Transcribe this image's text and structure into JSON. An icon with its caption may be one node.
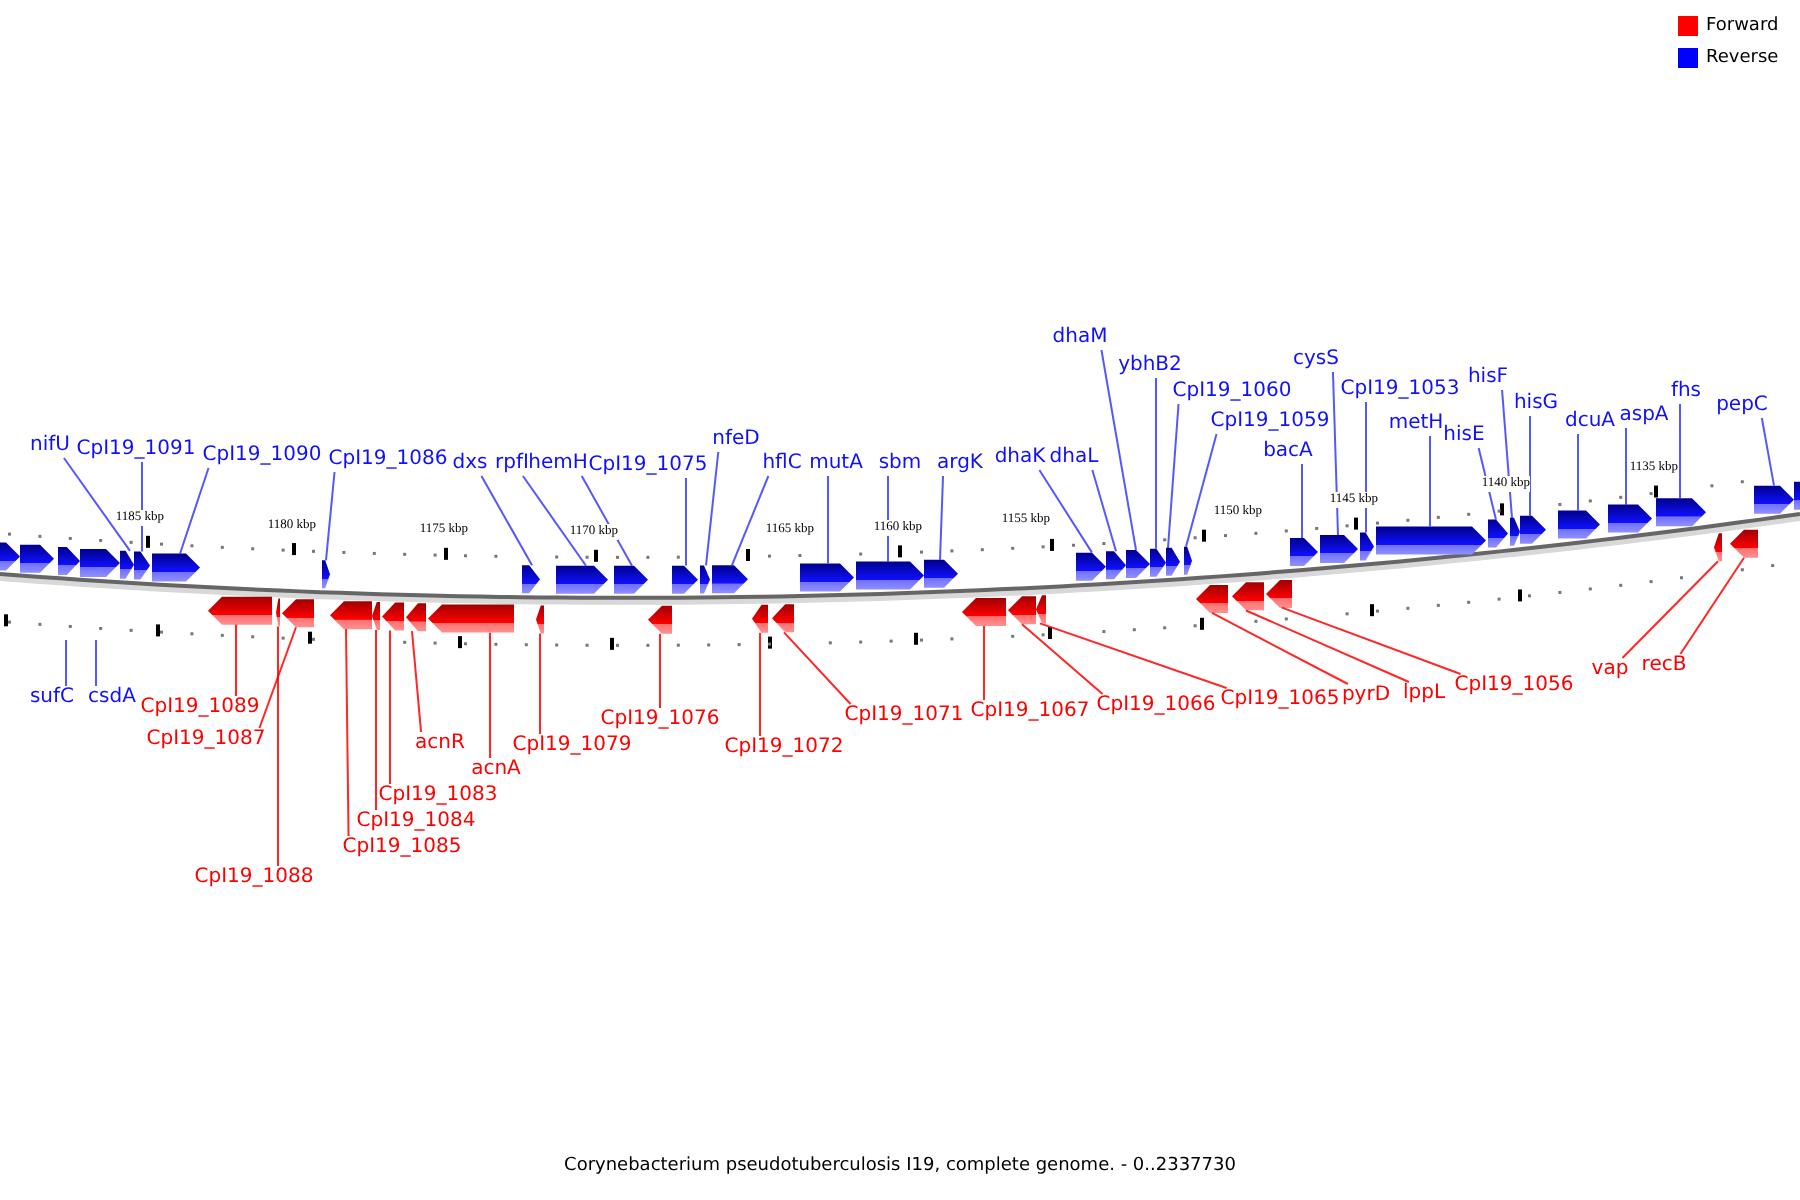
{
  "diagram": {
    "caption": "Corynebacterium pseudotuberculosis I19, complete genome. - 0..2337730",
    "nodes": [
      {
        "text": [
          "nifU"
        ]
      },
      {
        "text": [
          "CpI19_1091"
        ]
      },
      {
        "text": [
          "CpI19_1090"
        ]
      },
      {
        "text": [
          "CpI19_1086"
        ]
      },
      {
        "text": [
          "dxs"
        ]
      },
      {
        "text": [
          "rpfI"
        ]
      },
      {
        "text": [
          "hemH"
        ]
      },
      {
        "text": [
          "CpI19_1075"
        ]
      },
      {
        "text": [
          "nfeD"
        ]
      },
      {
        "text": [
          "hflC"
        ]
      },
      {
        "text": [
          "mutA"
        ]
      },
      {
        "text": [
          "sbm"
        ]
      },
      {
        "text": [
          "argK"
        ]
      },
      {
        "text": [
          "dhaK"
        ]
      },
      {
        "text": [
          "dhaL"
        ]
      },
      {
        "text": [
          "dhaM"
        ]
      },
      {
        "text": [
          "ybhB2"
        ]
      },
      {
        "text": [
          "CpI19_1060"
        ]
      },
      {
        "text": [
          "CpI19_1059"
        ]
      },
      {
        "text": [
          "bacA"
        ]
      },
      {
        "text": [
          "cysS"
        ]
      },
      {
        "text": [
          "CpI19_1053"
        ]
      },
      {
        "text": [
          "metH"
        ]
      },
      {
        "text": [
          "hisE"
        ]
      },
      {
        "text": [
          "hisF"
        ]
      },
      {
        "text": [
          "hisG"
        ]
      },
      {
        "text": [
          "dcuA"
        ]
      },
      {
        "text": [
          "aspA"
        ]
      },
      {
        "text": [
          "fhs"
        ]
      },
      {
        "text": [
          "pepC"
        ]
      },
      {
        "text": [
          "sufC"
        ]
      },
      {
        "text": [
          "csdA"
        ]
      },
      {
        "text": [
          "CpI19_1089"
        ]
      },
      {
        "text": [
          "CpI19_1088"
        ]
      },
      {
        "text": [
          "CpI19_1087"
        ]
      },
      {
        "text": [
          "CpI19_1085"
        ]
      },
      {
        "text": [
          "CpI19_1084"
        ]
      },
      {
        "text": [
          "CpI19_1083"
        ]
      },
      {
        "text": [
          "acnR"
        ]
      },
      {
        "text": [
          "acnA"
        ]
      },
      {
        "text": [
          "CpI19_1079"
        ]
      },
      {
        "text": [
          "CpI19_1076"
        ]
      },
      {
        "text": [
          "CpI19_1072"
        ]
      },
      {
        "text": [
          "CpI19_1071"
        ]
      },
      {
        "text": [
          "CpI19_1067"
        ]
      },
      {
        "text": [
          "CpI19_1066"
        ]
      },
      {
        "text": [
          "CpI19_1065"
        ]
      },
      {
        "text": [
          "pyrD"
        ]
      },
      {
        "text": [
          "lppL"
        ]
      },
      {
        "text": [
          "CpI19_1056"
        ]
      },
      {
        "text": [
          "vap"
        ]
      },
      {
        "text": [
          "recB"
        ]
      },
      {
        "text": [],
        "shape": "pentagon"
      },
      {
        "text": [],
        "shape": "pentagon"
      },
      {
        "text": [],
        "shape": "pentagon"
      },
      {
        "text": [],
        "shape": "pentagon"
      },
      {
        "text": [],
        "shape": "pentagon"
      },
      {
        "text": [],
        "shape": "pentagon"
      },
      {
        "text": [],
        "shape": "pentagon"
      },
      {
        "text": [],
        "shape": "pentagon"
      },
      {
        "text": [],
        "shape": "pentagon"
      },
      {
        "text": [],
        "shape": "pentagon"
      },
      {
        "text": [],
        "shape": "pentagon"
      },
      {
        "text": [],
        "shape": "pentagon"
      },
      {
        "text": [],
        "shape": "pentagon"
      },
      {
        "text": [],
        "shape": "pentagon"
      },
      {
        "text": [],
        "shape": "pentagon"
      },
      {
        "text": [],
        "shape": "pentagon"
      },
      {
        "text": [],
        "shape": "pentagon"
      },
      {
        "text": [],
        "shape": "pentagon"
      },
      {
        "text": [],
        "shape": "pentagon"
      },
      {
        "text": [],
        "shape": "pentagon"
      },
      {
        "text": [],
        "shape": "pentagon"
      },
      {
        "text": [],
        "shape": "pentagon"
      },
      {
        "text": [],
        "shape": "pentagon"
      },
      {
        "text": [],
        "shape": "pentagon"
      },
      {
        "text": [],
        "shape": "pentagon"
      },
      {
        "text": [],
        "shape": "pentagon"
      },
      {
        "text": [],
        "shape": "pentagon"
      },
      {
        "text": [],
        "shape": "pentagon"
      },
      {
        "text": [],
        "shape": "pentagon"
      },
      {
        "text": [],
        "shape": "pentagon"
      },
      {
        "text": [],
        "shape": "pentagon"
      },
      {
        "text": [],
        "shape": "pentagon"
      },
      {
        "text": [],
        "shape": "pentagon"
      },
      {
        "text": [],
        "shape": "pentagon"
      },
      {
        "text": [],
        "shape": "pentagon"
      },
      {
        "text": [],
        "shape": "pentagon"
      },
      {
        "text": [],
        "shape": "pentagon"
      },
      {
        "text": [],
        "shape": "pentagon"
      },
      {
        "text": [],
        "shape": "pentagon"
      },
      {
        "text": [],
        "shape": "pentagon"
      },
      {
        "text": [],
        "shape": "pentagon"
      },
      {
        "text": [],
        "shape": "pentagon"
      },
      {
        "text": [],
        "shape": "pentagon"
      },
      {
        "text": [],
        "shape": "pentagon"
      },
      {
        "text": [],
        "shape": "pentagon"
      },
      {
        "text": [],
        "shape": "pentagon"
      },
      {
        "text": [],
        "shape": "pentagon"
      },
      {
        "text": [],
        "shape": "pentagon"
      },
      {
        "text": [],
        "shape": "pentagon"
      },
      {
        "text": [],
        "shape": "pentagon"
      }
    ],
    "edges": [
      {
        "from": 0,
        "to": 52,
        "arrow": "none"
      },
      {
        "from": 1,
        "to": 53,
        "arrow": "none"
      },
      {
        "from": 2,
        "to": 54,
        "arrow": "none"
      },
      {
        "from": 3,
        "to": 58,
        "arrow": "none"
      },
      {
        "from": 4,
        "to": 64,
        "arrow": "none"
      },
      {
        "from": 5,
        "to": 66,
        "arrow": "none"
      },
      {
        "from": 6,
        "to": 67,
        "arrow": "none"
      },
      {
        "from": 7,
        "to": 69,
        "arrow": "none"
      },
      {
        "from": 8,
        "to": 70,
        "arrow": "none"
      },
      {
        "from": 9,
        "to": 71,
        "arrow": "none"
      },
      {
        "from": 10,
        "to": 74,
        "arrow": "none"
      },
      {
        "from": 11,
        "to": 75,
        "arrow": "none"
      },
      {
        "from": 12,
        "to": 76,
        "arrow": "none"
      },
      {
        "from": 13,
        "to": 80,
        "arrow": "none"
      },
      {
        "from": 14,
        "to": 81,
        "arrow": "none"
      },
      {
        "from": 15,
        "to": 82,
        "arrow": "none"
      },
      {
        "from": 16,
        "to": 83,
        "arrow": "none"
      },
      {
        "from": 17,
        "to": 84,
        "arrow": "none"
      },
      {
        "from": 18,
        "to": 85,
        "arrow": "none"
      },
      {
        "from": 19,
        "to": 89,
        "arrow": "none"
      },
      {
        "from": 20,
        "to": 90,
        "arrow": "none"
      },
      {
        "from": 21,
        "to": 91,
        "arrow": "none"
      },
      {
        "from": 22,
        "to": 92,
        "arrow": "none"
      },
      {
        "from": 23,
        "to": 93,
        "arrow": "none"
      },
      {
        "from": 24,
        "to": 94,
        "arrow": "none"
      },
      {
        "from": 25,
        "to": 95,
        "arrow": "none"
      },
      {
        "from": 26,
        "to": 96,
        "arrow": "none"
      },
      {
        "from": 27,
        "to": 97,
        "arrow": "none"
      },
      {
        "from": 28,
        "to": 98,
        "arrow": "none"
      },
      {
        "from": 29,
        "to": 101,
        "arrow": "none"
      },
      {
        "from": 30,
        "to": null,
        "arrow": "none"
      },
      {
        "from": 31,
        "to": null,
        "arrow": "none"
      },
      {
        "from": 32,
        "to": 55,
        "arrow": "none",
        "color": "#ff0000"
      },
      {
        "from": 33,
        "to": 56,
        "arrow": "none",
        "color": "#ff0000"
      },
      {
        "from": 34,
        "to": 57,
        "arrow": "none",
        "color": "#ff0000"
      },
      {
        "from": 35,
        "to": 59,
        "arrow": "none",
        "color": "#ff0000"
      },
      {
        "from": 36,
        "to": 60,
        "arrow": "none",
        "color": "#ff0000"
      },
      {
        "from": 37,
        "to": 61,
        "arrow": "none",
        "color": "#ff0000"
      },
      {
        "from": 38,
        "to": 62,
        "arrow": "none",
        "color": "#ff0000"
      },
      {
        "from": 39,
        "to": 63,
        "arrow": "none",
        "color": "#ff0000"
      },
      {
        "from": 40,
        "to": 65,
        "arrow": "none",
        "color": "#ff0000"
      },
      {
        "from": 41,
        "to": 68,
        "arrow": "none",
        "color": "#ff0000"
      },
      {
        "from": 42,
        "to": 72,
        "arrow": "none",
        "color": "#ff0000"
      },
      {
        "from": 43,
        "to": 73,
        "arrow": "none",
        "color": "#ff0000"
      },
      {
        "from": 44,
        "to": 77,
        "arrow": "none",
        "color": "#ff0000"
      },
      {
        "from": 45,
        "to": 78,
        "arrow": "none",
        "color": "#ff0000"
      },
      {
        "from": 46,
        "to": 79,
        "arrow": "none",
        "color": "#ff0000"
      },
      {
        "from": 47,
        "to": 86,
        "arrow": "none",
        "color": "#ff0000"
      },
      {
        "from": 48,
        "to": 87,
        "arrow": "none",
        "color": "#ff0000"
      },
      {
        "from": 49,
        "to": 88,
        "arrow": "none",
        "color": "#ff0000"
      },
      {
        "from": 50,
        "to": 99,
        "arrow": "none",
        "color": "#ff0000"
      },
      {
        "from": 51,
        "to": 100,
        "arrow": "none",
        "color": "#ff0000"
      }
    ],
    "labels": [
      "1185 kbp",
      "1180 kbp",
      "1175 kbp",
      "1170 kbp",
      "1165 kbp",
      "1160 kbp",
      "1155 kbp",
      "1150 kbp",
      "1145 kbp",
      "1140 kbp",
      "1135 kbp"
    ],
    "legend": [
      {
        "text": "Forward",
        "color": "#ff0000"
      },
      {
        "text": "Reverse",
        "color": "#0000ff"
      }
    ]
  }
}
